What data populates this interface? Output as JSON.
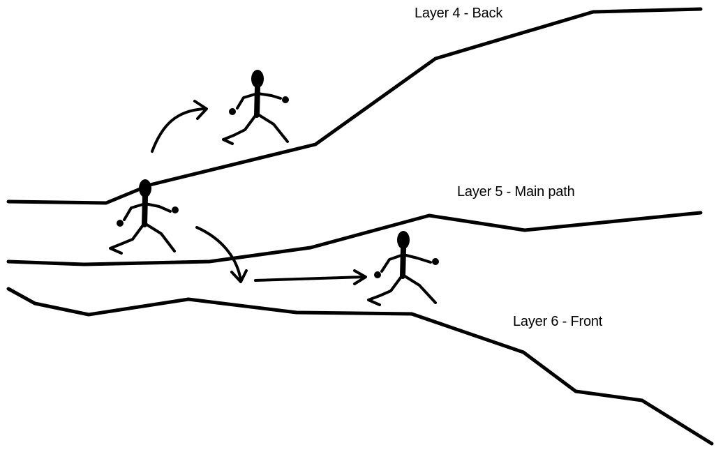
{
  "labels": {
    "back": "Layer 4 - Back",
    "main": "Layer 5 - Main path",
    "front": "Layer 6 - Front"
  },
  "colors": {
    "background": "#ffffff",
    "ink": "#000000"
  }
}
